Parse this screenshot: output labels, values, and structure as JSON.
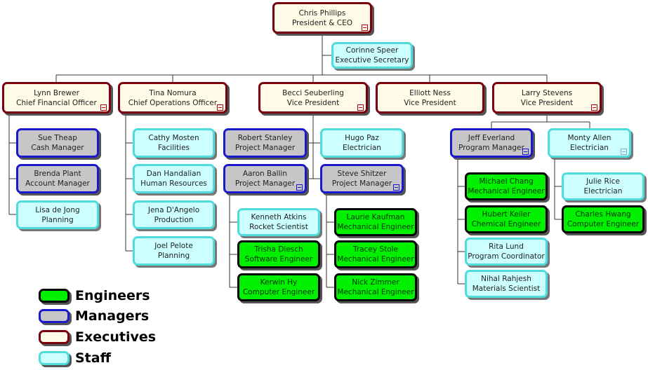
{
  "colors": {
    "executive_fill": "#fffbe6",
    "executive_border": "#7a0010",
    "manager_fill": "#c6c6c8",
    "manager_border": "#1a1acc",
    "staff_fill": "#ccffff",
    "staff_border": "#4fdcdc",
    "engineer_fill": "#00f000",
    "engineer_border": "#000000"
  },
  "nodes": [
    {
      "id": "ceo",
      "name": "Chris Phillips",
      "title": "President & CEO",
      "type": "executive",
      "collapse": true
    },
    {
      "id": "corinne",
      "name": "Corinne Speer",
      "title": "Executive Secretary",
      "type": "staff"
    },
    {
      "id": "lynn",
      "name": "Lynn Brewer",
      "title": "Chief Financial Officer",
      "type": "executive",
      "collapse": true
    },
    {
      "id": "tina",
      "name": "Tina Nomura",
      "title": "Chief Operations Officer",
      "type": "executive",
      "collapse": true
    },
    {
      "id": "becci",
      "name": "Becci Seuberling",
      "title": "Vice President",
      "type": "executive",
      "collapse": true
    },
    {
      "id": "elliott",
      "name": "Elliott Ness",
      "title": "Vice President",
      "type": "executive"
    },
    {
      "id": "larry",
      "name": "Larry Stevens",
      "title": "Vice President",
      "type": "executive",
      "collapse": true
    },
    {
      "id": "sue",
      "name": "Sue Theap",
      "title": "Cash Manager",
      "type": "manager"
    },
    {
      "id": "brenda",
      "name": "Brenda Plant",
      "title": "Account Manager",
      "type": "manager"
    },
    {
      "id": "lisa",
      "name": "Lisa de Jong",
      "title": "Planning",
      "type": "staff"
    },
    {
      "id": "cathy",
      "name": "Cathy Mosten",
      "title": "Facilities",
      "type": "staff"
    },
    {
      "id": "dan",
      "name": "Dan Handalian",
      "title": "Human Resources",
      "type": "staff"
    },
    {
      "id": "jena",
      "name": "Jena D'Angelo",
      "title": "Production",
      "type": "staff"
    },
    {
      "id": "joel",
      "name": "Joel Pelote",
      "title": "Planning",
      "type": "staff"
    },
    {
      "id": "robert",
      "name": "Robert Stanley",
      "title": "Project Manager",
      "type": "manager"
    },
    {
      "id": "hugo",
      "name": "Hugo Paz",
      "title": "Electrician",
      "type": "staff"
    },
    {
      "id": "aaron",
      "name": "Aaron Ballin",
      "title": "Project Manager",
      "type": "manager",
      "collapse": true
    },
    {
      "id": "steve",
      "name": "Steve Shitzer",
      "title": "Project Manager",
      "type": "manager",
      "collapse": true
    },
    {
      "id": "kenneth",
      "name": "Kenneth Atkins",
      "title": "Rocket Scientist",
      "type": "staff"
    },
    {
      "id": "trisha",
      "name": "Trisha Diesch",
      "title": "Software Engineer",
      "type": "engineer"
    },
    {
      "id": "kerwin",
      "name": "Kerwin Hy",
      "title": "Computer Engineer",
      "type": "engineer"
    },
    {
      "id": "laurie",
      "name": "Laurie Kaufman",
      "title": "Mechanical Engineer",
      "type": "engineer"
    },
    {
      "id": "tracey",
      "name": "Tracey Stole",
      "title": "Mechanical Engineer",
      "type": "engineer"
    },
    {
      "id": "nick",
      "name": "Nick  Zimmer",
      "title": "Mechanical Engineer",
      "type": "engineer"
    },
    {
      "id": "jeff",
      "name": "Jeff Everland",
      "title": "Program Manager",
      "type": "manager",
      "collapse": true
    },
    {
      "id": "monty",
      "name": "Monty Allen",
      "title": "Electrician",
      "type": "staff",
      "collapse": true
    },
    {
      "id": "michael",
      "name": "Michael Chang",
      "title": "Mechanical Engineer",
      "type": "engineer"
    },
    {
      "id": "hubert",
      "name": "Hubert Keller",
      "title": "Chemical Engineer",
      "type": "engineer"
    },
    {
      "id": "rita",
      "name": "Rita Lund",
      "title": "Program Coordinator",
      "type": "staff"
    },
    {
      "id": "nihal",
      "name": "Nihal Rahjesh",
      "title": "Materials Scientist",
      "type": "staff"
    },
    {
      "id": "julie",
      "name": "Julie Rice",
      "title": "Electrician",
      "type": "staff"
    },
    {
      "id": "charles",
      "name": "Charles Hwang",
      "title": "Computer Engineer",
      "type": "engineer"
    }
  ],
  "legend": [
    {
      "label": "Engineers",
      "type": "engineer"
    },
    {
      "label": "Managers",
      "type": "manager"
    },
    {
      "label": "Executives",
      "type": "executive"
    },
    {
      "label": "Staff",
      "type": "staff"
    }
  ]
}
